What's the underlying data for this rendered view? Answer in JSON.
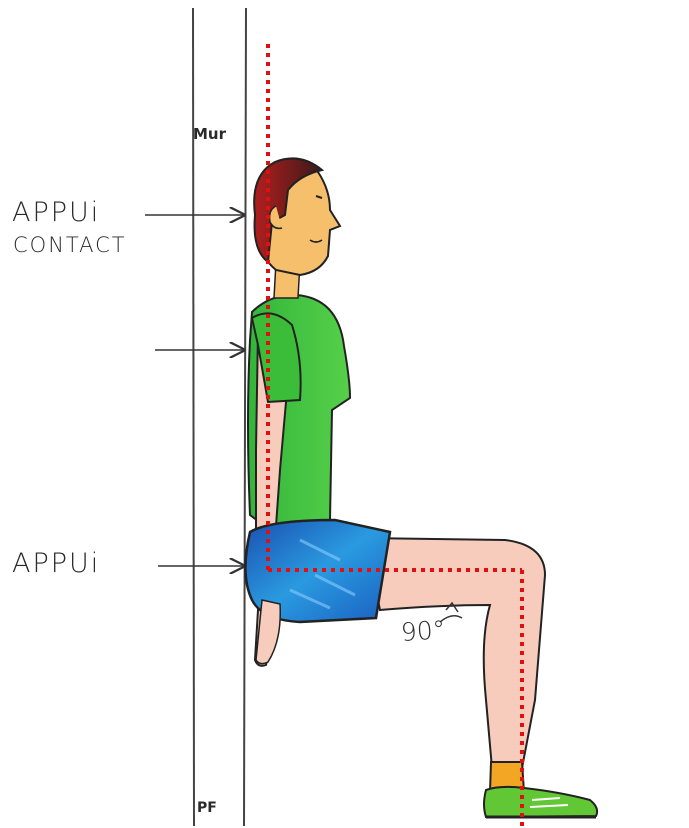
{
  "labels": {
    "wall": "Mur",
    "support_top": "APPUi",
    "contact": "CONTACT",
    "support_bottom": "APPUi",
    "angle": "90°",
    "floor": "PF"
  },
  "colors": {
    "guide_line": "#e01010",
    "wall_line": "#444444",
    "shirt": "#3fbf3f",
    "shorts": "#1f6fd0",
    "skin": "#f6c9b8",
    "hair": "#7a1f1f",
    "shoe": "#5fc030",
    "sock": "#f0a020"
  },
  "icons": {
    "arrow_head": "support-arrow-icon",
    "angle_arc": "curved-arrow-icon"
  }
}
